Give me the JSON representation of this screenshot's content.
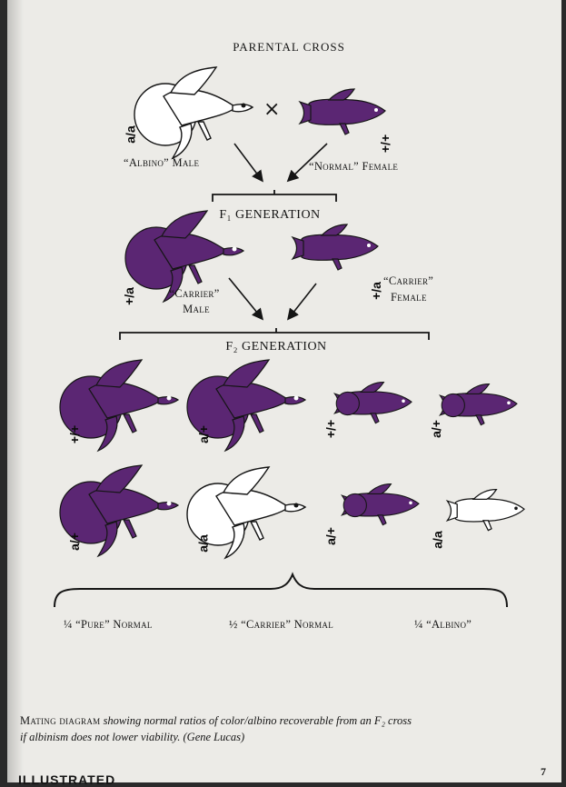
{
  "title": "PARENTAL CROSS",
  "cross_symbol": "×",
  "parents": {
    "male_label": "“Albino” Male",
    "male_genotype": "a/a",
    "female_label": "“Normal” Female",
    "female_genotype": "+/+"
  },
  "f1": {
    "heading": "F₁ GENERATION",
    "male_label_line1": "“Carrier”",
    "male_label_line2": "Male",
    "male_genotype": "+/a",
    "female_label_line1": "“Carrier”",
    "female_label_line2": "Female",
    "female_genotype": "+/a"
  },
  "f2": {
    "heading": "F₂ GENERATION",
    "row1_genotypes": [
      "+/+",
      "a/+",
      "+/+",
      "a/+"
    ],
    "row2_genotypes": [
      "a/+",
      "a/a",
      "a/+",
      "a/a"
    ]
  },
  "ratios": {
    "pure": "¼ “Pure” Normal",
    "carrier": "½ “Carrier” Normal",
    "albino": "¼ “Albino”"
  },
  "caption": {
    "lead": "Mating diagram",
    "line1_rest": "showing normal ratios of color/albino recoverable from an F₂ cross",
    "line2": "if albinism does not lower viability. (Gene Lucas)"
  },
  "footer_text": "ILLUSTRATED",
  "page_number": "7",
  "colors": {
    "fish_purple": "#5b2673",
    "ink": "#151515",
    "paper": "#ecebe7"
  }
}
